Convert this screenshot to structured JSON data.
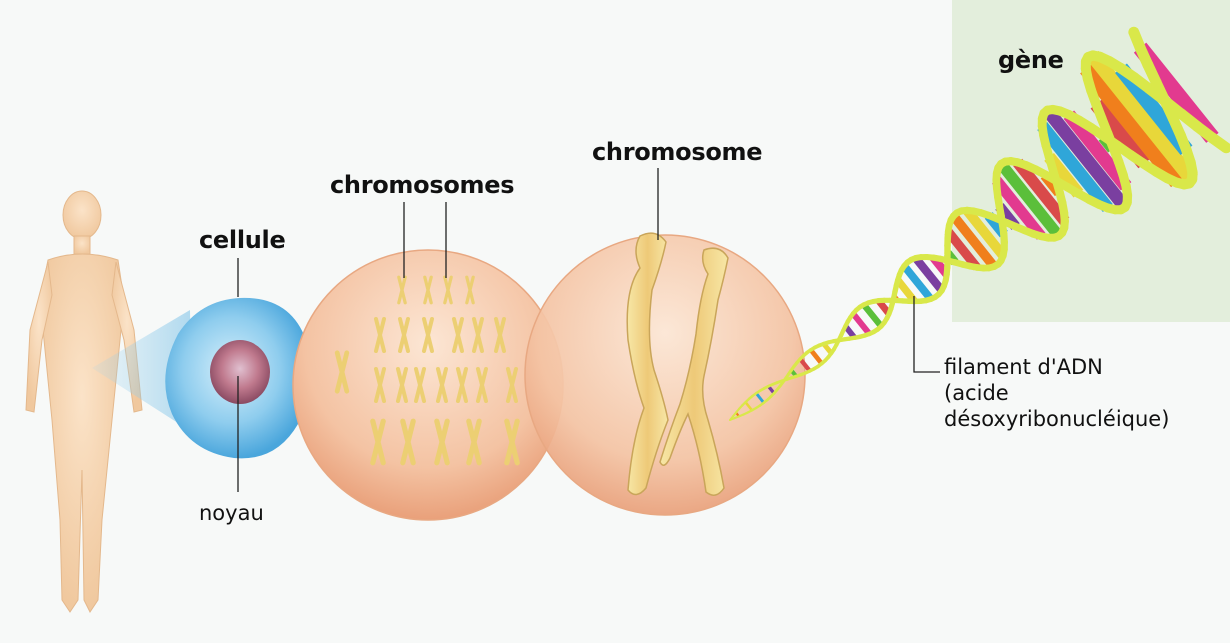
{
  "labels": {
    "cellule": "cellule",
    "noyau": "noyau",
    "chromosomes": "chromosomes",
    "chromosome": "chromosome",
    "gene": "gène",
    "adn_line1": "filament d'ADN",
    "adn_line2": "(acide",
    "adn_line3": "désoxyribonucléique)"
  },
  "colors": {
    "background": "#f7f9f8",
    "gene_panel": "#e3eedc",
    "cell": "#7fc3e8",
    "nucleus": "#c46a7a",
    "circle_fill": "#f2b996",
    "chromosome": "#f2d98a",
    "dna_backbone": "#d9e84a"
  }
}
